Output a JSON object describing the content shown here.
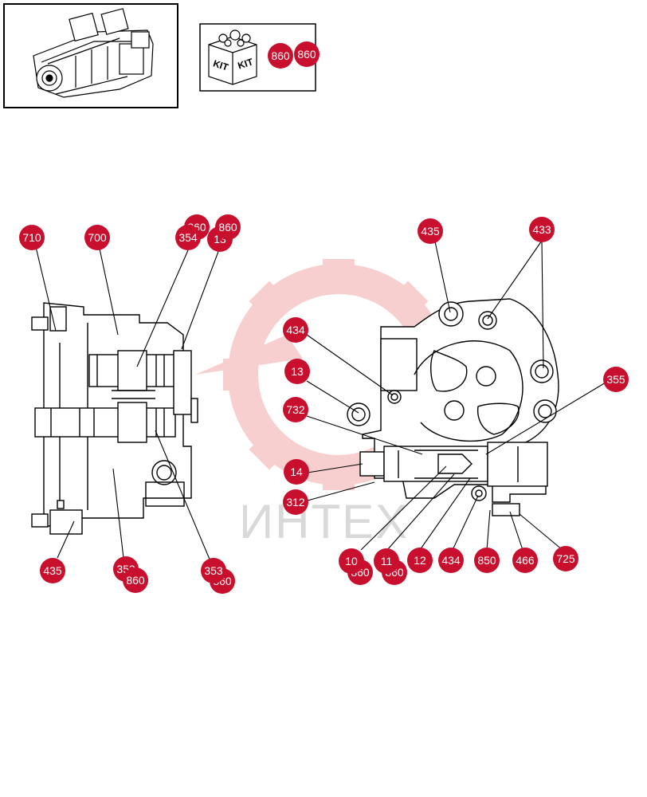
{
  "watermark": {
    "text": "ИНТЕХ"
  },
  "kit": {
    "label_left": "KIT",
    "label_right": "KIT"
  },
  "colors": {
    "callout": "#c8102e",
    "line": "#000000",
    "watermark_logo": "#f4b6b6",
    "watermark_text": "#d9d9d9"
  },
  "callouts": {
    "kit_860a": "860",
    "kit_860b": "860",
    "left_710": "710",
    "left_700": "700",
    "left_354": "354",
    "left_860_top": "860",
    "left_hidden_top_a": "860",
    "left_hidden_top_b": "13",
    "left_435": "435",
    "left_hidden_bottom": "353",
    "left_860_bottom": "860",
    "left_353": "353",
    "left_hidden_353b": "860",
    "right_435": "435",
    "right_433": "433",
    "right_434_top": "434",
    "right_13": "13",
    "right_355": "355",
    "right_732": "732",
    "right_14": "14",
    "right_312": "312",
    "right_10": "10",
    "right_10_hidden": "860",
    "right_11": "11",
    "right_11_hidden": "860",
    "right_12": "12",
    "right_434_bottom": "434",
    "right_850": "850",
    "right_466": "466",
    "right_725": "725"
  }
}
